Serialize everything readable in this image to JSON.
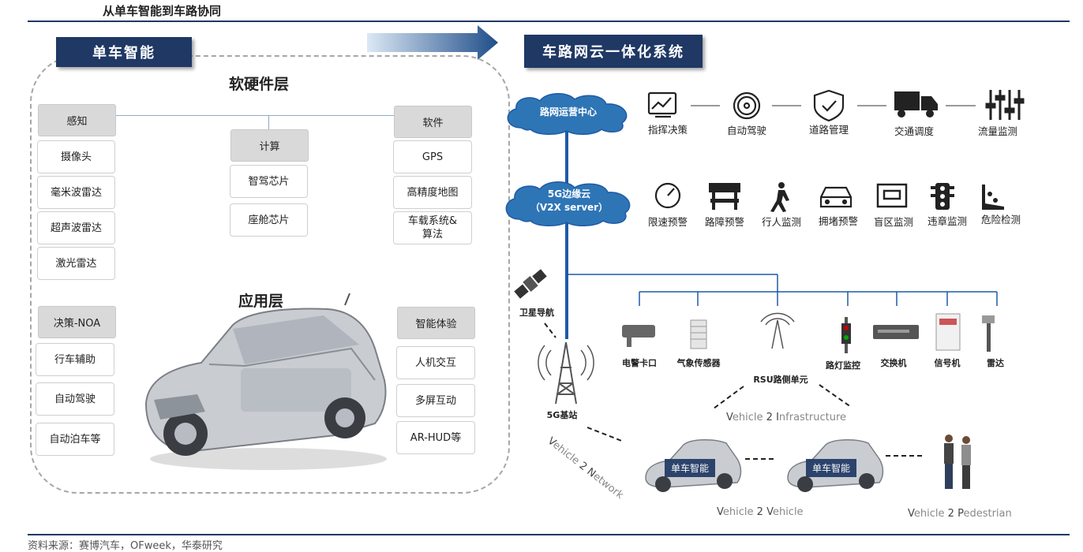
{
  "page_title": "从单车智能到车路协同",
  "source": "资料来源：赛博汽车，OFweek，华泰研究",
  "left": {
    "header": "单车智能",
    "software_hardware_layer": "软硬件层",
    "application_layer": "应用层",
    "perception": {
      "header": "感知",
      "items": [
        "摄像头",
        "毫米波雷达",
        "超声波雷达",
        "激光雷达"
      ]
    },
    "compute": {
      "header": "计算",
      "items": [
        "智驾芯片",
        "座舱芯片"
      ]
    },
    "software": {
      "header": "软件",
      "items": [
        "GPS",
        "高精度地图",
        "车载系统&\n算法"
      ]
    },
    "decision": {
      "header": "决策-NOA",
      "items": [
        "行车辅助",
        "自动驾驶",
        "自动泊车等"
      ]
    },
    "experience": {
      "header": "智能体验",
      "items": [
        "人机交互",
        "多屏互动",
        "AR-HUD等"
      ]
    }
  },
  "right": {
    "header": "车路网云一体化系统",
    "cloud_center": "路网运营中心",
    "edge_cloud_line1": "5G边缘云",
    "edge_cloud_line2": "（V2X server）",
    "center_services": [
      {
        "label": "指挥决策",
        "icon": "monitor-chart-icon"
      },
      {
        "label": "自动驾驶",
        "icon": "steering-wheel-icon"
      },
      {
        "label": "道路管理",
        "icon": "shield-check-icon"
      },
      {
        "label": "交通调度",
        "icon": "truck-icon"
      },
      {
        "label": "流量监测",
        "icon": "sliders-icon"
      }
    ],
    "edge_services": [
      {
        "label": "限速预警",
        "icon": "speedometer-icon"
      },
      {
        "label": "路障预警",
        "icon": "roadblock-icon"
      },
      {
        "label": "行人监测",
        "icon": "pedestrian-icon"
      },
      {
        "label": "拥堵预警",
        "icon": "car-front-icon"
      },
      {
        "label": "盲区监测",
        "icon": "screen-icon"
      },
      {
        "label": "违章监测",
        "icon": "traffic-light-icon"
      },
      {
        "label": "危险检测",
        "icon": "landslide-icon"
      }
    ],
    "satellite": "卫星导航",
    "base_station": "5G基站",
    "rsu": "RSU路侧单元",
    "devices": [
      "电警卡口",
      "气象传感器",
      "路灯监控",
      "交换机",
      "信号机",
      "雷达"
    ],
    "car_tag": "单车智能",
    "v2i": {
      "a": "V",
      "b": "ehicle ",
      "c": "2",
      "d": " ",
      "e": "I",
      "f": "nfrastructure"
    },
    "v2n": {
      "a": "V",
      "b": "ehicle ",
      "c": "2",
      "d": " ",
      "e": "N",
      "f": "etwork"
    },
    "v2v": {
      "a": "V",
      "b": "ehicle ",
      "c": "2",
      "d": " ",
      "e": "V",
      "f": "ehicle"
    },
    "v2p": {
      "a": "V",
      "b": "ehicle ",
      "c": "2",
      "d": " ",
      "e": "P",
      "f": "edestrian"
    }
  },
  "colors": {
    "navy": "#1f3864",
    "cloud_blue": "#2e75b6",
    "grey_header": "#d9d9d9"
  }
}
